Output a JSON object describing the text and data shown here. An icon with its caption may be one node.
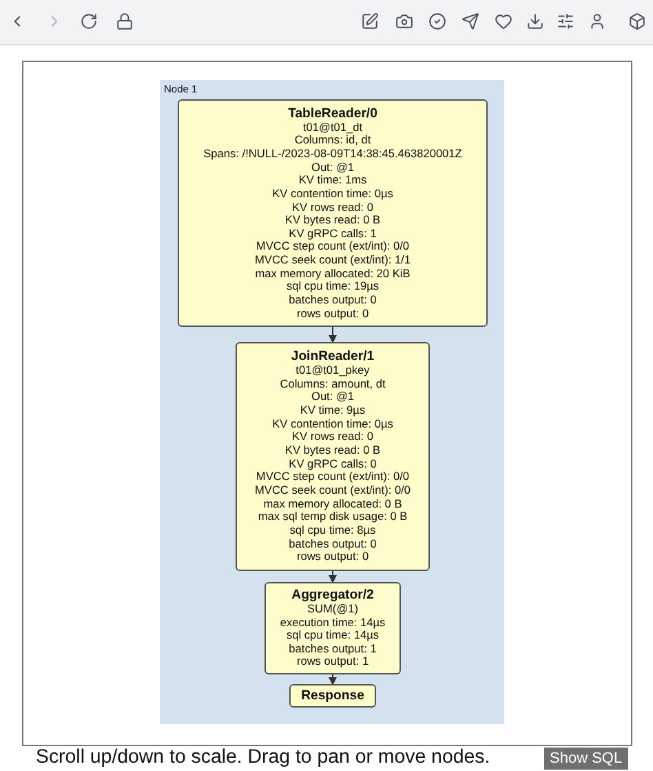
{
  "diagram": {
    "nodes": [
      {
        "text": [
          "Node 1"
        ]
      },
      {
        "text": [
          "TableReader/0",
          "t01@t01_dt",
          "Columns: id, dt",
          "Spans: /!NULL-/2023-08-09T14:38:45.463820001Z",
          "Out: @1",
          "KV time: 1ms",
          "KV contention time: 0µs",
          "KV rows read: 0",
          "KV bytes read: 0 B",
          "KV gRPC calls: 1",
          "MVCC step count (ext/int): 0/0",
          "MVCC seek count (ext/int): 1/1",
          "max memory allocated: 20 KiB",
          "sql cpu time: 19µs",
          "batches output: 0",
          "rows output: 0"
        ],
        "in": 0
      },
      {
        "text": [
          "JoinReader/1",
          "t01@t01_pkey",
          "Columns: amount, dt",
          "Out: @1",
          "KV time: 9µs",
          "KV contention time: 0µs",
          "KV rows read: 0",
          "KV bytes read: 0 B",
          "KV gRPC calls: 0",
          "MVCC step count (ext/int): 0/0",
          "MVCC seek count (ext/int): 0/0",
          "max memory allocated: 0 B",
          "max sql temp disk usage: 0 B",
          "sql cpu time: 8µs",
          "batches output: 0",
          "rows output: 0"
        ],
        "in": 0
      },
      {
        "text": [
          "Aggregator/2",
          "SUM(@1)",
          "execution time: 14µs",
          "sql cpu time: 14µs",
          "batches output: 1",
          "rows output: 1"
        ],
        "in": 0
      },
      {
        "text": [
          "Response"
        ],
        "in": 0
      }
    ],
    "edges": [
      {
        "from": 1,
        "to": 2,
        "arrow": "to"
      },
      {
        "from": 2,
        "to": 3,
        "arrow": "to"
      },
      {
        "from": 3,
        "to": 4,
        "arrow": "to"
      }
    ],
    "labels": [
      "Scroll up/down to scale. Drag to pan or move nodes.",
      "Show SQL"
    ]
  }
}
